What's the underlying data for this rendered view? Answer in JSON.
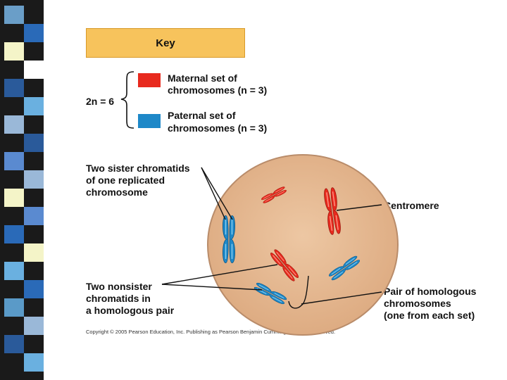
{
  "colors": {
    "maternal": "#e82a1e",
    "paternal": "#1e88c8",
    "cell_fill": "#e3b78f",
    "cell_border": "#b98c6a",
    "key_bg": "#f7c35c"
  },
  "key": {
    "title": "Key",
    "maternal_line1": "Maternal set of",
    "maternal_line2": "chromosomes (n = 3)",
    "paternal_line1": "Paternal set of",
    "paternal_line2": "chromosomes (n = 3)",
    "two_n": "2n = 6"
  },
  "labels": {
    "sister_line1": "Two sister chromatids",
    "sister_line2": "of one replicated",
    "sister_line3": "chromosome",
    "centromere": "Centromere",
    "nonsister_line1": "Two nonsister",
    "nonsister_line2": "chromatids in",
    "nonsister_line3": "a homologous pair",
    "pair_line1": "Pair of homologous",
    "pair_line2": "chromosomes",
    "pair_line3": "(one from each set)"
  },
  "copyright": "Copyright © 2005 Pearson Education, Inc. Publishing as Pearson Benjamin Cummings. All rights reserved."
}
